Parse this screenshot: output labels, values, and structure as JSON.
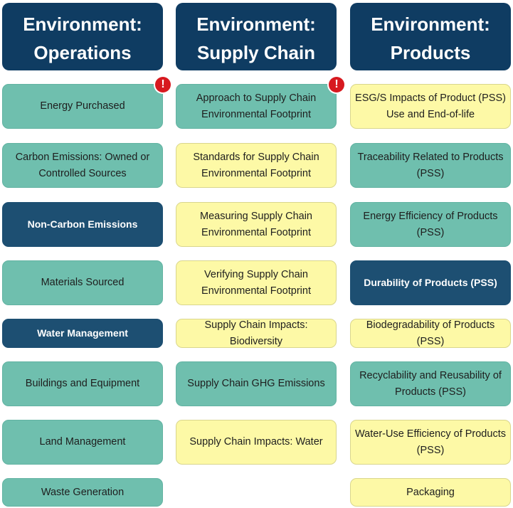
{
  "columns": [
    {
      "header": "Environment: Operations",
      "items": [
        {
          "label": "Energy Purchased",
          "style": "teal",
          "alert": true
        },
        {
          "label": "Carbon Emissions: Owned or Controlled Sources",
          "style": "teal"
        },
        {
          "label": "Non-Carbon Emissions",
          "style": "dark"
        },
        {
          "label": "Materials Sourced",
          "style": "teal"
        },
        {
          "label": "Water Management",
          "style": "dark"
        },
        {
          "label": "Buildings and Equipment",
          "style": "teal"
        },
        {
          "label": "Land Management",
          "style": "teal"
        },
        {
          "label": "Waste Generation",
          "style": "teal"
        }
      ]
    },
    {
      "header": "Environment: Supply Chain",
      "items": [
        {
          "label": "Approach to Supply Chain Environmental Footprint",
          "style": "teal",
          "alert": true
        },
        {
          "label": "Standards for Supply Chain Environmental Footprint",
          "style": "yellow"
        },
        {
          "label": "Measuring Supply Chain Environmental Footprint",
          "style": "yellow"
        },
        {
          "label": "Verifying Supply Chain Environmental Footprint",
          "style": "yellow"
        },
        {
          "label": "Supply Chain Impacts: Biodiversity",
          "style": "yellow"
        },
        {
          "label": "Supply Chain GHG Emissions",
          "style": "teal"
        },
        {
          "label": "Supply Chain Impacts: Water",
          "style": "yellow"
        }
      ]
    },
    {
      "header": "Environment: Products",
      "items": [
        {
          "label": "ESG/S Impacts of Product (PSS) Use and End-of-life",
          "style": "yellow"
        },
        {
          "label": "Traceability Related to Products (PSS)",
          "style": "teal"
        },
        {
          "label": "Energy Efficiency of Products (PSS)",
          "style": "teal"
        },
        {
          "label": "Durability of Products (PSS)",
          "style": "dark"
        },
        {
          "label": "Biodegradability of Products (PSS)",
          "style": "yellow"
        },
        {
          "label": "Recyclability and Reusability of Products (PSS)",
          "style": "teal"
        },
        {
          "label": "Water-Use Efficiency of Products (PSS)",
          "style": "yellow"
        },
        {
          "label": "Packaging",
          "style": "yellow"
        }
      ]
    }
  ],
  "alert_icon": "exclamation-icon",
  "colors": {
    "header": "#0f3c62",
    "teal": "#6fbfae",
    "yellow": "#fdf9a6",
    "dark": "#1d4f72",
    "alert": "#d7191f"
  }
}
